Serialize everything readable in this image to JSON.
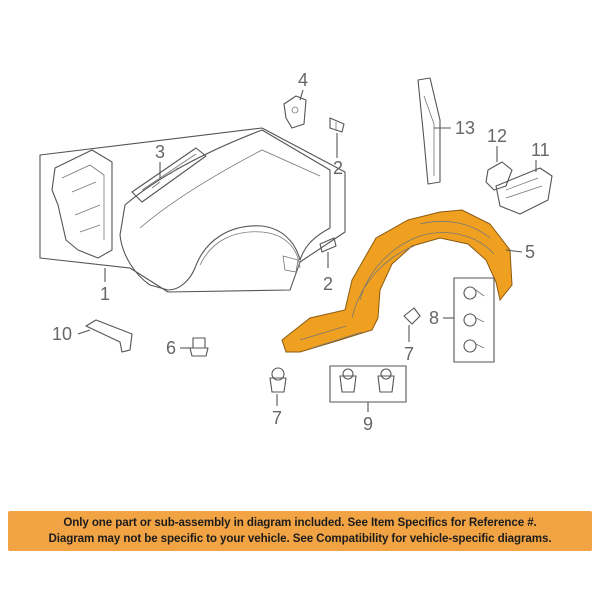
{
  "colors": {
    "highlight_part": "#f0a020",
    "notice_background": "#f2a445",
    "line": "#555555"
  },
  "callouts": {
    "c1": "1",
    "c2a": "2",
    "c2b": "2",
    "c3": "3",
    "c4": "4",
    "c5": "5",
    "c6": "6",
    "c7a": "7",
    "c7b": "7",
    "c8": "8",
    "c9": "9",
    "c10": "10",
    "c11": "11",
    "c12": "12",
    "c13": "13"
  },
  "notice": {
    "line1": "Only one part or sub-assembly in diagram included. See Item Specifics for Reference #.",
    "line2": "Diagram may not be specific to your vehicle. See Compatibility for vehicle-specific diagrams."
  }
}
